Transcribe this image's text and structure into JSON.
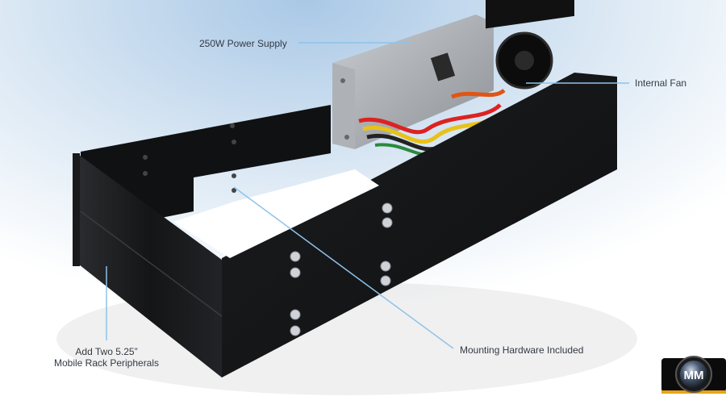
{
  "callouts": {
    "power_supply": "250W Power Supply",
    "internal_fan": "Internal Fan",
    "mounting_hardware": "Mounting Hardware Included",
    "add_peripherals_line1": "Add Two 5.25”",
    "add_peripherals_line2": "Mobile Rack Peripherals"
  },
  "logo": {
    "text": "MM",
    "icon": "mm-camera-lens-logo"
  },
  "colors": {
    "sky_top": "#a9c8e6",
    "chassis": "#1b1c1e",
    "callout_line": "#8ec3ea",
    "label_text": "#333a44",
    "logo_accent": "#e8a417"
  }
}
